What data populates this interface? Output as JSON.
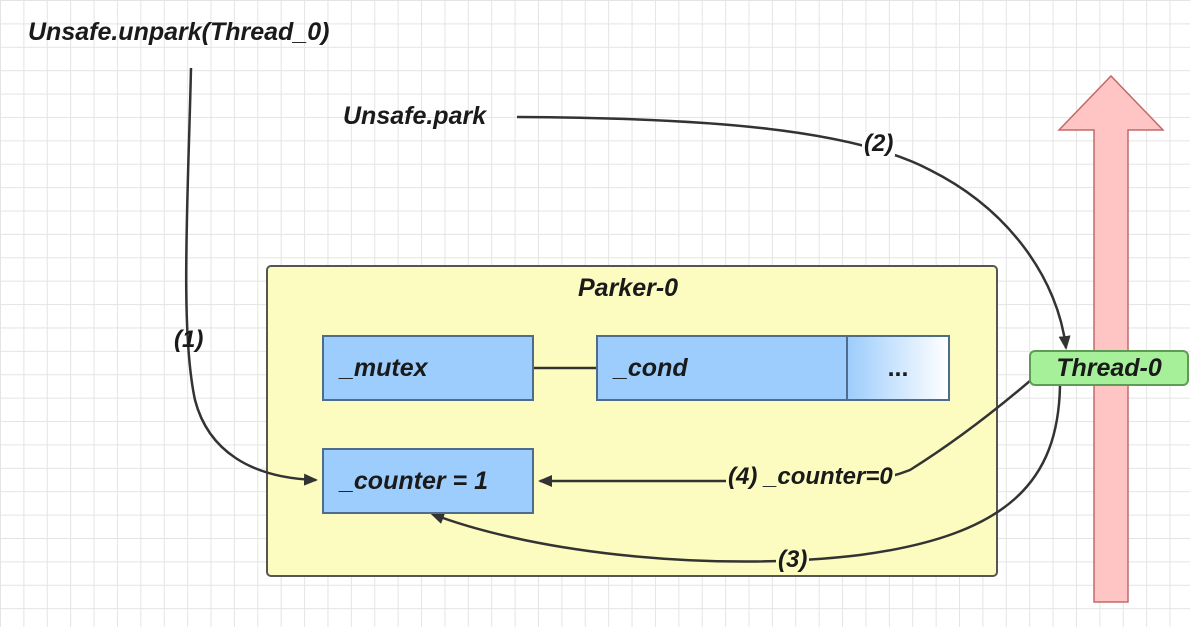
{
  "labels": {
    "unpark_call": "Unsafe.unpark(Thread_0)",
    "park_call": "Unsafe.park",
    "step1": "(1)",
    "step2": "(2)",
    "step3": "(3)",
    "step4": "(4) _counter=0"
  },
  "parker": {
    "title": "Parker-0",
    "mutex": "_mutex",
    "cond": "_cond",
    "ellipsis": "...",
    "counter": "_counter = 1"
  },
  "thread": {
    "label": "Thread-0"
  },
  "colors": {
    "parker_fill": "#fcfcc0",
    "field_fill": "#9dcdfc",
    "thread_fill": "#a6f09a",
    "thread_arrow": "#ffc4c4"
  }
}
